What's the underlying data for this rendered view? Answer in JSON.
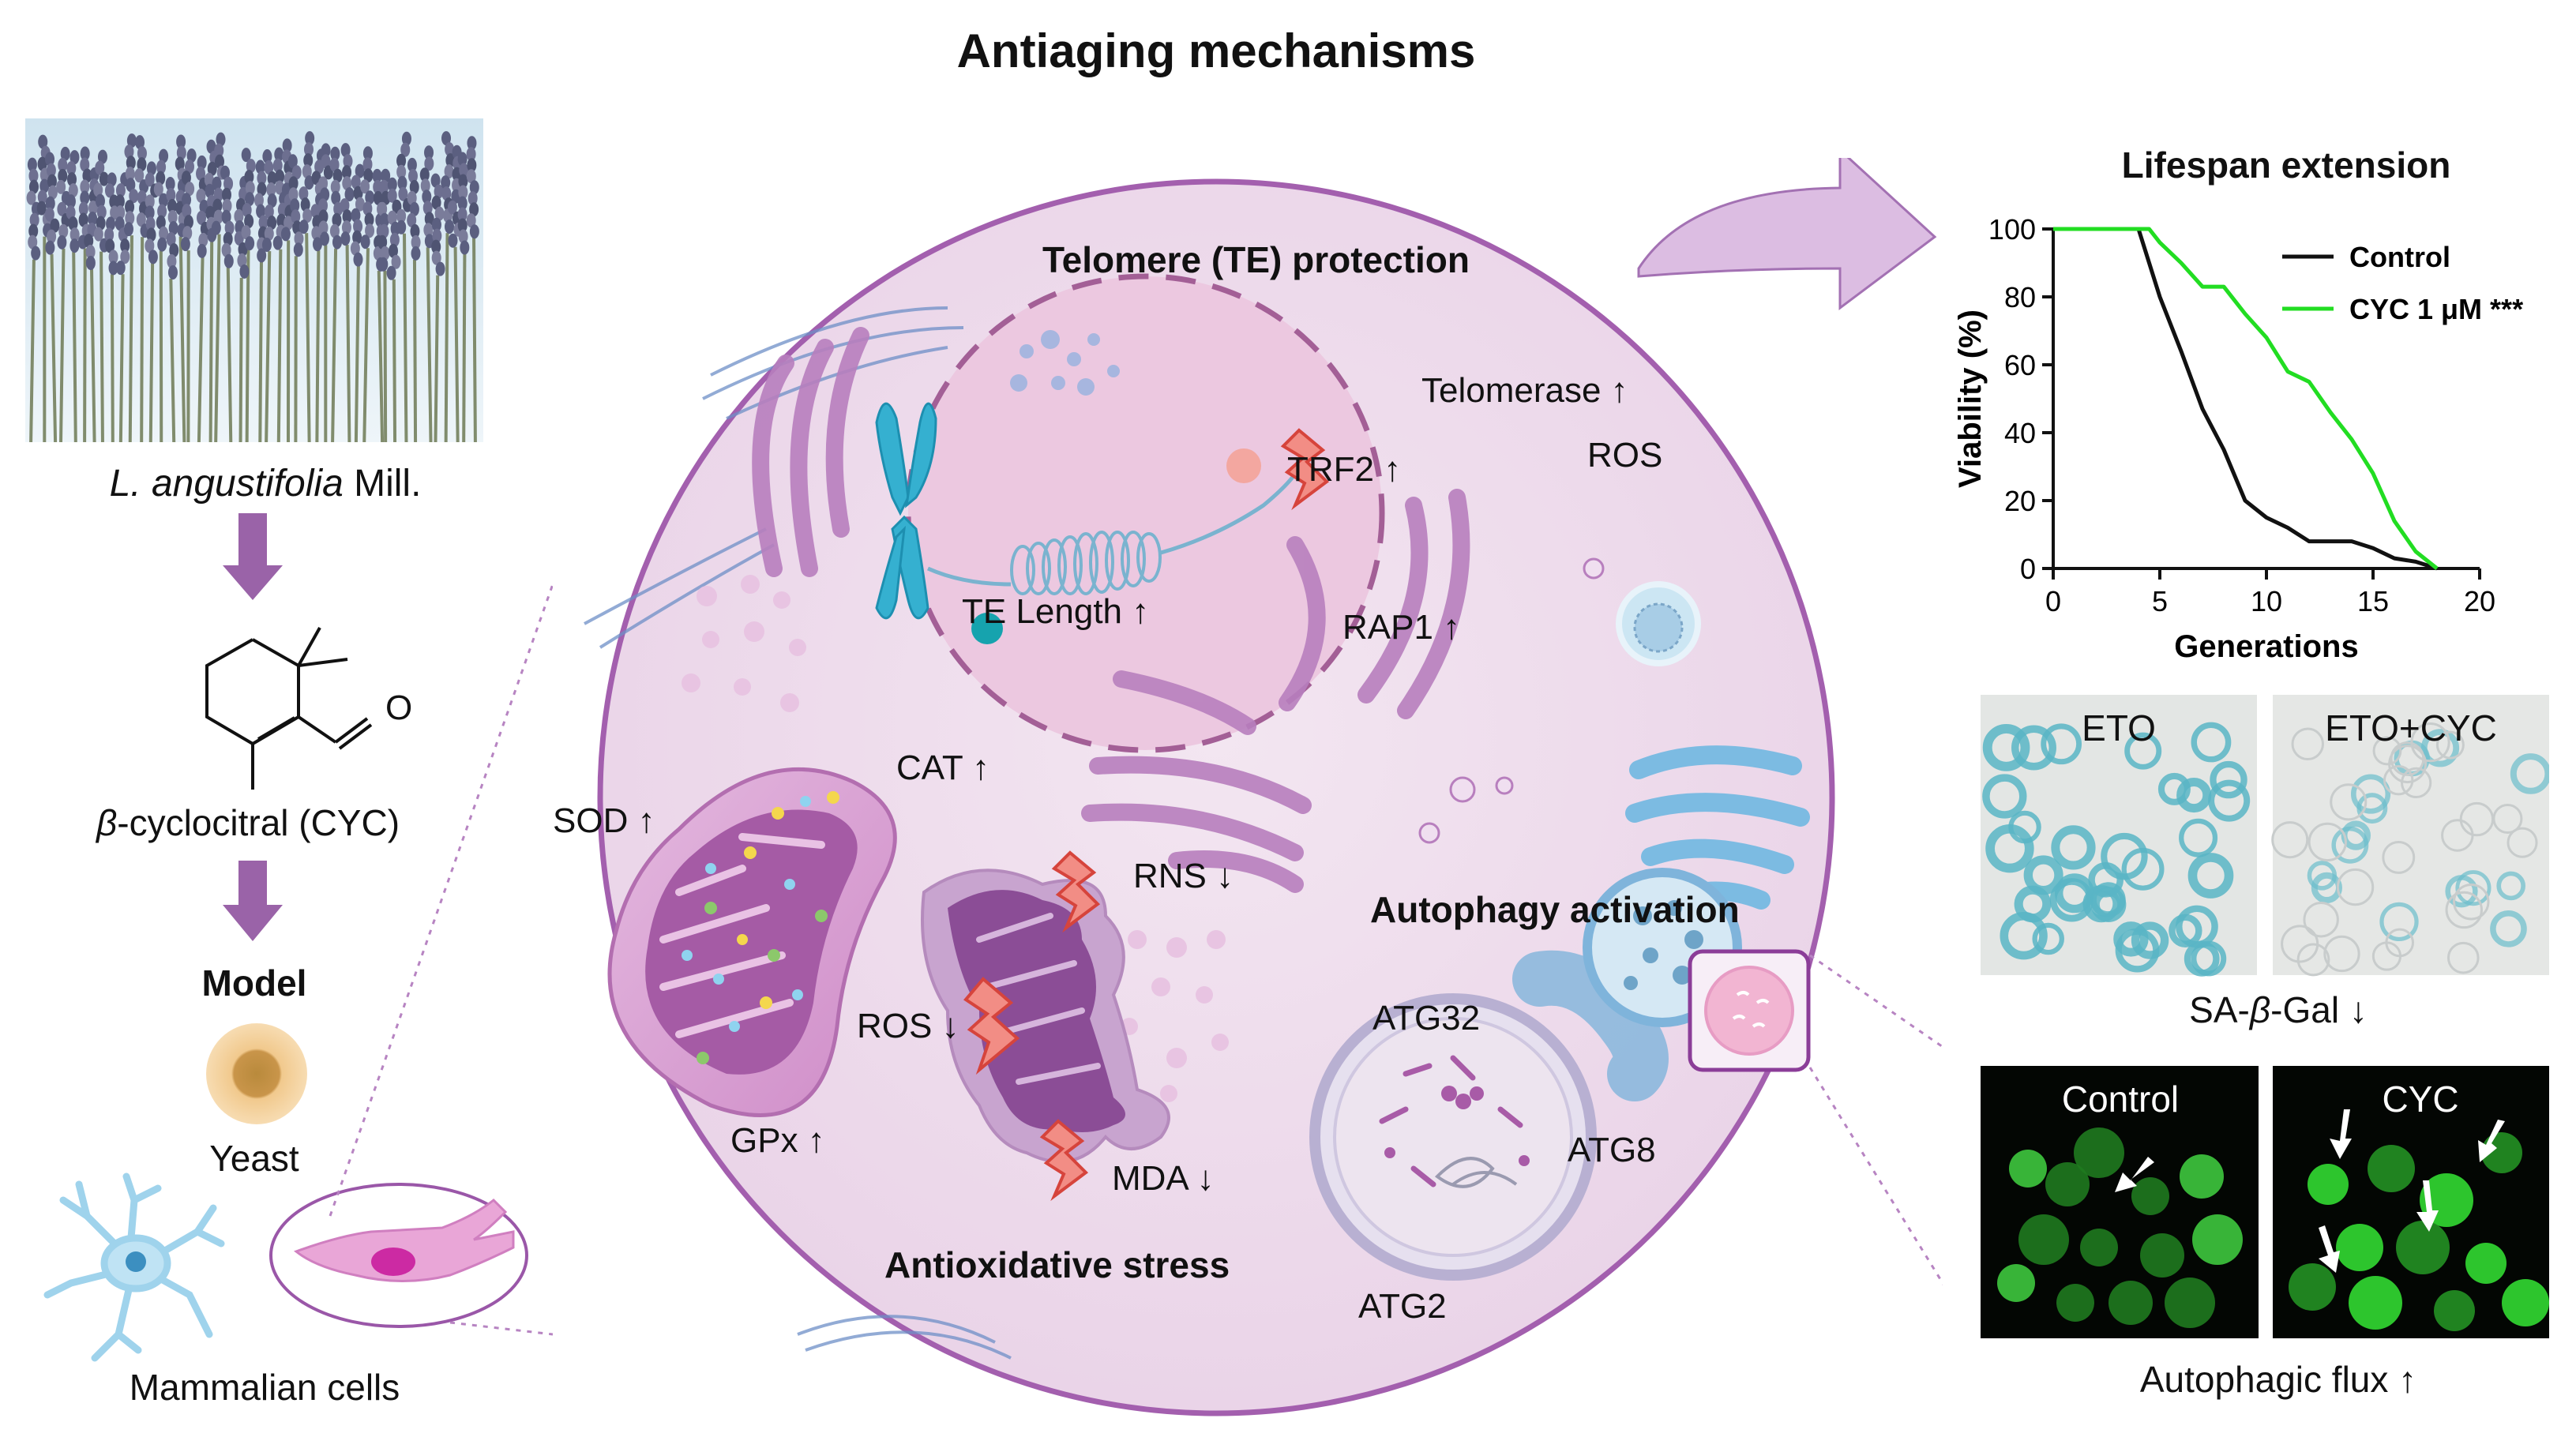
{
  "title": "Antiaging mechanisms",
  "left": {
    "plant_name_italic": "L. angustifolia",
    "plant_name_suffix": " Mill.",
    "compound_prefix": "β",
    "compound_suffix": "-cyclocitral (CYC)",
    "aldehyde_o": "O",
    "model_label": "Model",
    "yeast_label": "Yeast",
    "mammal_label": "Mammalian cells"
  },
  "cell": {
    "telomere": {
      "heading": "Telomere (TE) protection",
      "telomerase": "Telomerase ↑",
      "trf2": "TRF2 ↑",
      "ros": "ROS",
      "te_length": "TE Length ↑",
      "rap1": "RAP1 ↑"
    },
    "antioxidative": {
      "heading": "Antioxidative stress",
      "cat": "CAT ↑",
      "sod": "SOD ↑",
      "gpx": "GPx ↑",
      "rns": "RNS ↓",
      "ros": "ROS ↓",
      "mda": "MDA ↓"
    },
    "autophagy": {
      "heading": "Autophagy activation",
      "atg32": "ATG32",
      "atg8": "ATG8",
      "atg2": "ATG2"
    }
  },
  "right": {
    "lifespan_title": "Lifespan extension",
    "sa_gal_prefix": "SA-",
    "sa_gal_beta": "β",
    "sa_gal_suffix": "-Gal ↓",
    "eto_label": "ETO",
    "eto_cyc_label": "ETO+CYC",
    "control_label": "Control",
    "cyc_label": "CYC",
    "flux_label": "Autophagic flux ↑"
  },
  "chart_data": {
    "type": "line",
    "title": "Lifespan extension",
    "xlabel": "Generations",
    "ylabel": "Viability (%)",
    "xlim": [
      0,
      20
    ],
    "ylim": [
      0,
      100
    ],
    "xticks": [
      0,
      5,
      10,
      15,
      20
    ],
    "yticks": [
      0,
      20,
      40,
      60,
      80,
      100
    ],
    "legend": "top-right",
    "series": [
      {
        "name": "Control",
        "color": "#111111",
        "x": [
          0,
          4,
          5,
          6,
          7,
          8,
          9,
          10,
          11,
          12,
          13,
          14,
          15,
          16,
          17,
          18
        ],
        "y": [
          100,
          100,
          80,
          64,
          47,
          35,
          20,
          15,
          12,
          8,
          8,
          8,
          6,
          3,
          2,
          0
        ]
      },
      {
        "name": "CYC 1 μM ***",
        "color": "#22dd22",
        "x": [
          0,
          4.5,
          5,
          6,
          7,
          8,
          9,
          10,
          11,
          12,
          13,
          14,
          15,
          16,
          17,
          18
        ],
        "y": [
          100,
          100,
          96,
          90,
          83,
          83,
          75,
          68,
          58,
          55,
          46,
          38,
          28,
          14,
          5,
          0
        ]
      }
    ]
  }
}
